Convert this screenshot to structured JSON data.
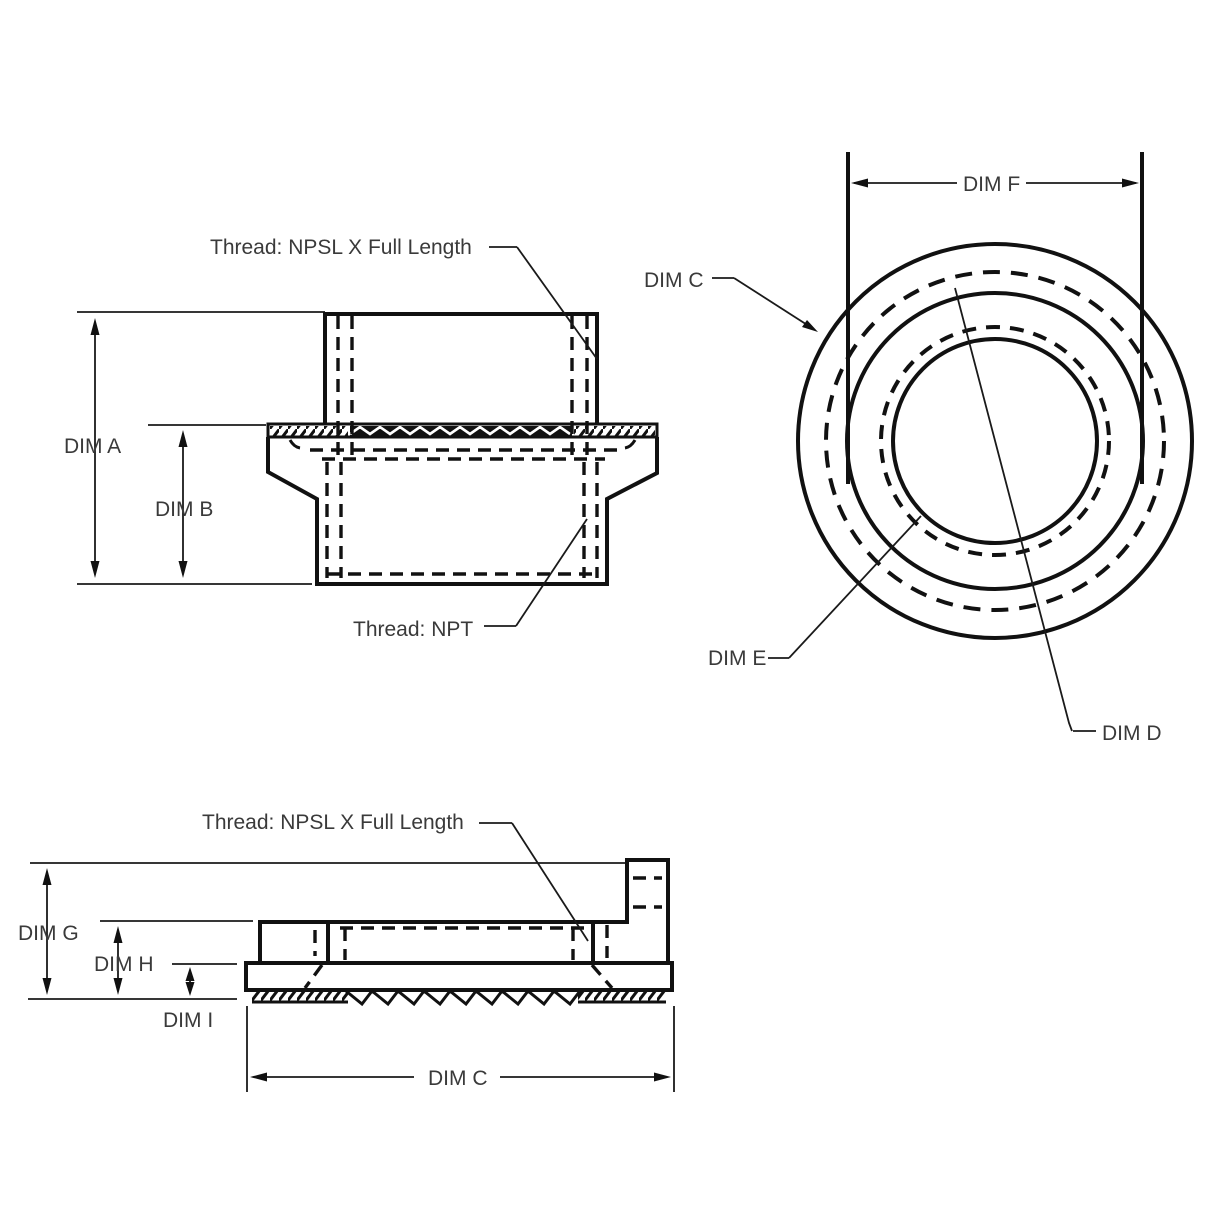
{
  "app": {
    "background_color": "#ffffff",
    "line_color": "#111111",
    "text_color": "#3a3a3a"
  },
  "side_view": {
    "thread_top_label": "Thread: NPSL X Full Length",
    "thread_bottom_label": "Thread: NPT",
    "dim_a_label": "DIM A",
    "dim_b_label": "DIM B"
  },
  "front_view": {
    "dim_c_label": "DIM C",
    "dim_d_label": "DIM D",
    "dim_e_label": "DIM E",
    "dim_f_label": "DIM F"
  },
  "bottom_view": {
    "thread_label": "Thread: NPSL X Full Length",
    "dim_g_label": "DIM G",
    "dim_h_label": "DIM H",
    "dim_i_label": "DIM I",
    "dim_c_label": "DIM C"
  }
}
